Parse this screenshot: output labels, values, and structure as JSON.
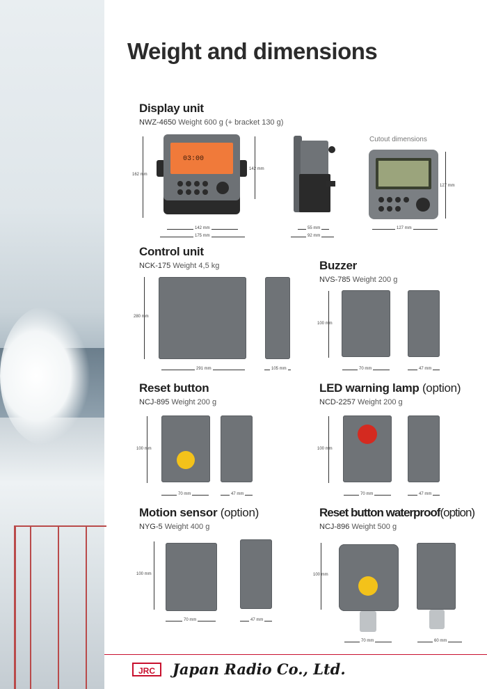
{
  "page": {
    "title": "Weight and dimensions"
  },
  "display_unit": {
    "title": "Display unit",
    "model": "NWZ-4650",
    "weight": "Weight 600 g (+ bracket 130 g)",
    "cutout_label": "Cutout dimensions",
    "dims": {
      "height_left": "162 mm",
      "height_right": "142 mm",
      "width_inner": "142 mm",
      "width_outer": "175 mm",
      "depth_inner": "55 mm",
      "depth_outer": "92 mm",
      "cutout_height": "127 mm",
      "cutout_width": "127 mm"
    },
    "screen_text": "03:00"
  },
  "control_unit": {
    "title": "Control unit",
    "model": "NCK-175",
    "weight": "Weight 4,5 kg",
    "dims": {
      "height": "280 mm",
      "width": "291 mm",
      "depth": "105 mm"
    }
  },
  "buzzer": {
    "title": "Buzzer",
    "model": "NVS-785",
    "weight": "Weight 200 g",
    "dims": {
      "height": "100 mm",
      "width": "70 mm",
      "depth": "47 mm"
    }
  },
  "reset_button": {
    "title": "Reset button",
    "model": "NCJ-895",
    "weight": "Weight 200 g",
    "dims": {
      "height": "100 mm",
      "width": "70 mm",
      "depth": "47 mm"
    }
  },
  "led_lamp": {
    "title": "LED warning lamp",
    "option": "(option)",
    "model": "NCD-2257",
    "weight": "Weight 200 g",
    "dims": {
      "height": "100 mm",
      "width": "70 mm",
      "depth": "47 mm"
    }
  },
  "motion_sensor": {
    "title": "Motion sensor",
    "option": "(option)",
    "model": "NYG-5",
    "weight": "Weight 400 g",
    "dims": {
      "height": "100 mm",
      "width": "70 mm",
      "depth": "47 mm"
    }
  },
  "reset_waterproof": {
    "title": "Reset button waterproof",
    "option": "(option)",
    "model": "NCJ-896",
    "weight": "Weight 500 g",
    "dims": {
      "height": "100 mm",
      "width": "70 mm",
      "depth": "60 mm"
    }
  },
  "footer": {
    "logo_mark": "JRC",
    "company": "Japan Radio Co., Ltd."
  },
  "colors": {
    "brand_red": "#c8102e",
    "device_gray": "#6f7377",
    "screen_orange": "#f07a3a"
  }
}
